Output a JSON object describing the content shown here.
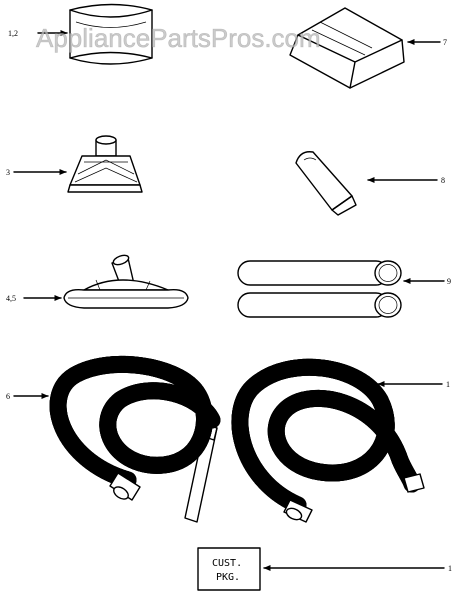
{
  "watermark": "AppliancePartsPros.com",
  "labels": {
    "p12": "1,2",
    "p3": "3",
    "p45": "4,5",
    "p6": "6",
    "p7": "7",
    "p8": "8",
    "p9": "9",
    "p1a": "1",
    "p1b": "1"
  },
  "cust_pkg": {
    "line1": "CUST.",
    "line2": "PKG."
  }
}
